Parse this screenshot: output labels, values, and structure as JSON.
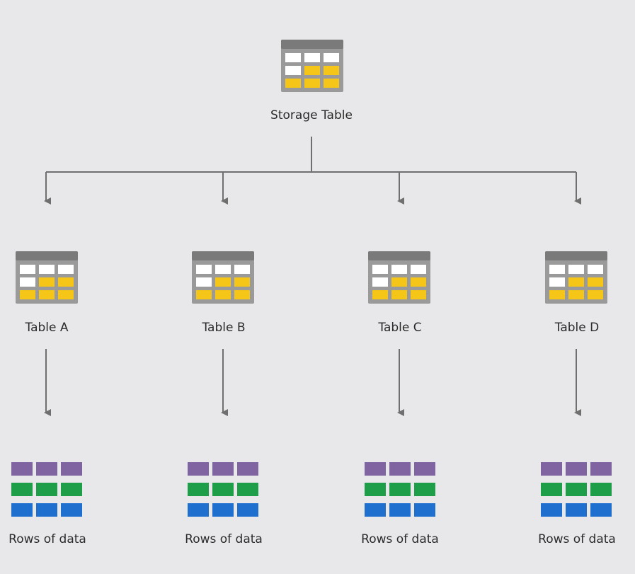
{
  "diagram": {
    "root": {
      "label": "Storage Table",
      "icon": "storage-table-icon"
    },
    "children": [
      {
        "label": "Table A",
        "icon": "table-icon",
        "rows_label": "Rows of data",
        "rows_icon": "rows-of-data-icon"
      },
      {
        "label": "Table B",
        "icon": "table-icon",
        "rows_label": "Rows of data",
        "rows_icon": "rows-of-data-icon"
      },
      {
        "label": "Table C",
        "icon": "table-icon",
        "rows_label": "Rows of data",
        "rows_icon": "rows-of-data-icon"
      },
      {
        "label": "Table D",
        "icon": "table-icon",
        "rows_label": "Rows of data",
        "rows_icon": "rows-of-data-icon"
      }
    ]
  },
  "colors": {
    "background": "#e8e7ea",
    "connector": "#6f6f6f",
    "table_header": "#7a7a7a",
    "table_body": "#9a9a9a",
    "cell_white": "#ffffff",
    "cell_yellow": "#f5c518",
    "row_purple": "#8064a2",
    "row_green": "#1e9e48",
    "row_blue": "#1f6fcf"
  }
}
